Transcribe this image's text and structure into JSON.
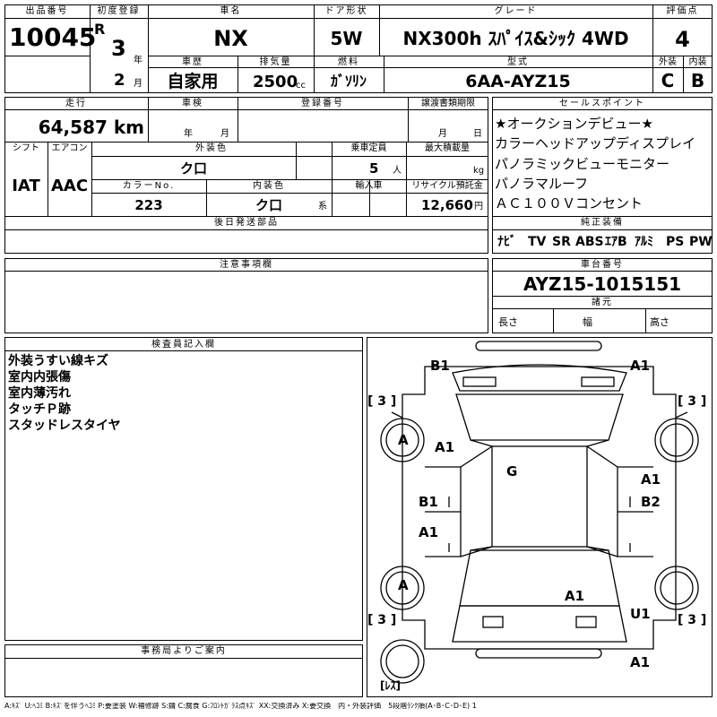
{
  "header": {
    "lot_no_label": "出品番号",
    "lot_no": "10045",
    "first_reg_label": "初度登録",
    "era": "R",
    "era_year": "3",
    "year_unit": "年",
    "month": "2",
    "month_unit": "月",
    "car_name_label": "車名",
    "car_name": "NX",
    "door_label": "ドア形状",
    "door": "5W",
    "grade_label": "グレード",
    "grade": "NX300h ｽﾊﾟｲｽ&ｼｯｸ 4WD",
    "score_label": "評価点",
    "score": "4",
    "history_label": "車歴",
    "history": "自家用",
    "displacement_label": "排気量",
    "displacement": "2500",
    "cc": "cc",
    "fuel_label": "燃料",
    "fuel": "ｶﾞｿﾘﾝ",
    "model_label": "型式",
    "model": "6AA-AYZ15",
    "exterior_label": "外装",
    "exterior": "C",
    "interior_label": "内装",
    "interior": "B"
  },
  "row2": {
    "mileage_label": "走行",
    "mileage": "64,587 km",
    "inspection_label": "車検",
    "insp_year": "年",
    "insp_month": "月",
    "reg_no_label": "登録番号",
    "transfer_label": "譲渡書類期限",
    "transfer_month": "月",
    "transfer_day": "日",
    "shift_label": "シフト",
    "shift": "IAT",
    "ac_label": "エアコン",
    "ac": "AAC",
    "ext_color_label": "外装色",
    "ext_color": "ク口",
    "capacity_label": "乗車定員",
    "capacity": "5",
    "capacity_unit": "人",
    "max_load_label": "最大積載量",
    "max_load_unit": "kg",
    "color_no_label": "カラーNo.",
    "color_no": "223",
    "int_color_label": "内装色",
    "int_color": "ク口",
    "int_color_unit": "系",
    "import_label": "輸入車",
    "recycle_label": "リサイクル預託金",
    "recycle": "12,660",
    "recycle_unit": "円",
    "later_parts_label": "後日発送部品"
  },
  "sales_points": {
    "label": "セールスポイント",
    "items": [
      "★オークションデビュー★",
      "カラーヘッドアップディスプレイ",
      "パノラミックビューモニター",
      "パノラマルーフ",
      "ＡＣ１００Ｖコンセント"
    ]
  },
  "equipment": {
    "label": "純正装備",
    "items": [
      "ﾅﾋﾞ",
      "TV",
      "SR",
      "ABS",
      "ｴｱB",
      "ｱﾙﾐ",
      "PS",
      "PW"
    ]
  },
  "notes": {
    "label": "注意事項欄"
  },
  "chassis": {
    "label": "車台番号",
    "number": "AYZ15-1015151",
    "spec_label": "諸元",
    "length": "長さ",
    "width": "幅",
    "height": "高さ"
  },
  "inspector": {
    "label": "検査員記入欄",
    "lines": [
      "外装うすい線キズ",
      "室内内張傷",
      "室内薄汚れ",
      "タッチＰ跡",
      "スタッドレスタイヤ"
    ]
  },
  "office": {
    "label": "事務局よりご案内"
  },
  "diagram": {
    "marks": {
      "front_left": "B1",
      "front_right": "A1",
      "tire_fl": "[ 3 ]",
      "tire_fr": "[ 3 ]",
      "tire_rl": "[ 3 ]",
      "tire_rr": "[ 3 ]",
      "wheel_fl": "A",
      "wheel_rl": "A",
      "fender_left": "A1",
      "roof": "G",
      "door_fl": "B1",
      "door_rl": "A1",
      "door_fr": "A1",
      "door_fr2": "B2",
      "rear_center": "A1",
      "rear_right": "U1",
      "rear_bumper": "A1",
      "spare": "[ﾚｽ]"
    }
  },
  "legend": "A:ｷｽﾞ U:ﾍｺﾐ B:ｷｽﾞを伴うﾍｺﾐ P:要塗装 W:補修跡 S:錆 C:腐食 G:ﾌﾛﾝﾄｶﾞﾗｽ点ｷｽﾞ XX:交換済み X:要交換　内・外装評価　5段階ﾗﾝｸ順(A･B･C･D･E) 1"
}
